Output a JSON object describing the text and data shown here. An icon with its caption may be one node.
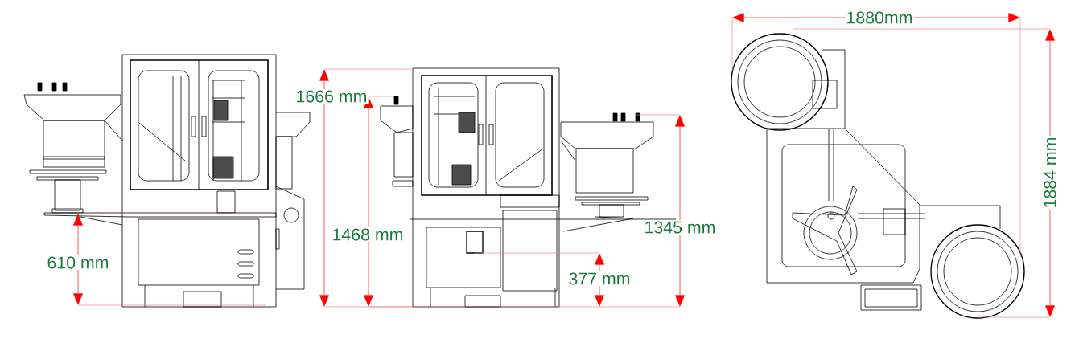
{
  "diagram": {
    "labels": [
      "1880mm",
      "1666 mm",
      "1884 mm",
      "1345 mm",
      "1468 mm",
      "610 mm",
      "377 mm"
    ]
  }
}
